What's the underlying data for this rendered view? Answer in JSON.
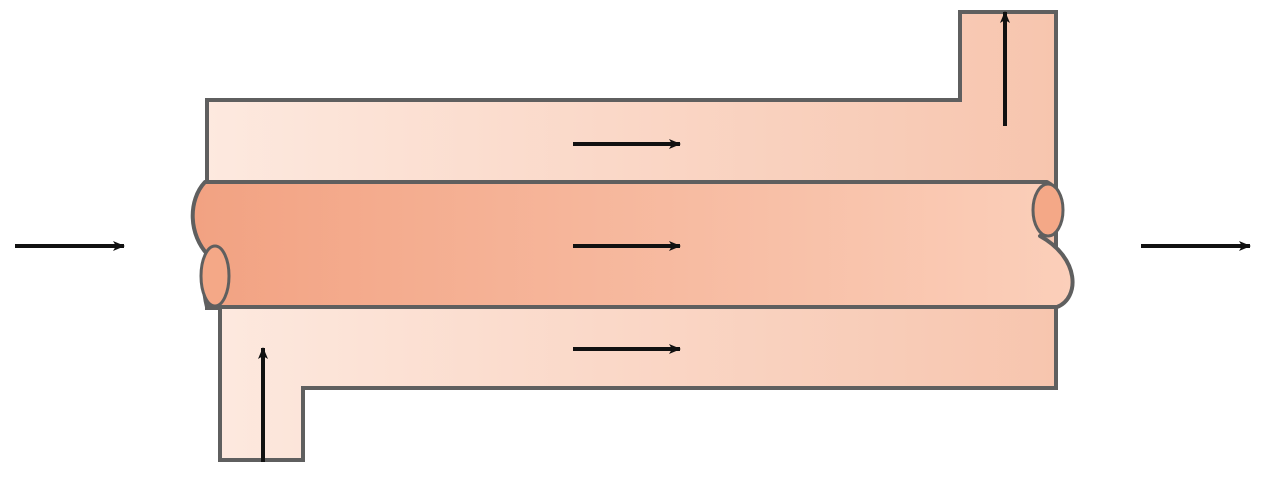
{
  "diagram": {
    "type": "double-pipe heat exchanger (parallel flow)",
    "inner_pipe": {
      "flow_direction": "left-to-right",
      "icon": "arrow-right-icon"
    },
    "annulus": {
      "inlet_position": "bottom-left",
      "outlet_position": "top-right",
      "flow_direction": "left-to-right",
      "icons": [
        "arrow-up-icon",
        "arrow-right-icon",
        "arrow-right-icon",
        "arrow-up-icon"
      ]
    },
    "colors": {
      "outline": "#5f5f5f",
      "arrow": "#111111",
      "annulus_light": "#fde9df",
      "annulus_dark": "#f7c5ae",
      "inner_dark": "#f2a282",
      "inner_light": "#fbcfba",
      "pipe_end": "#f4a887"
    }
  }
}
